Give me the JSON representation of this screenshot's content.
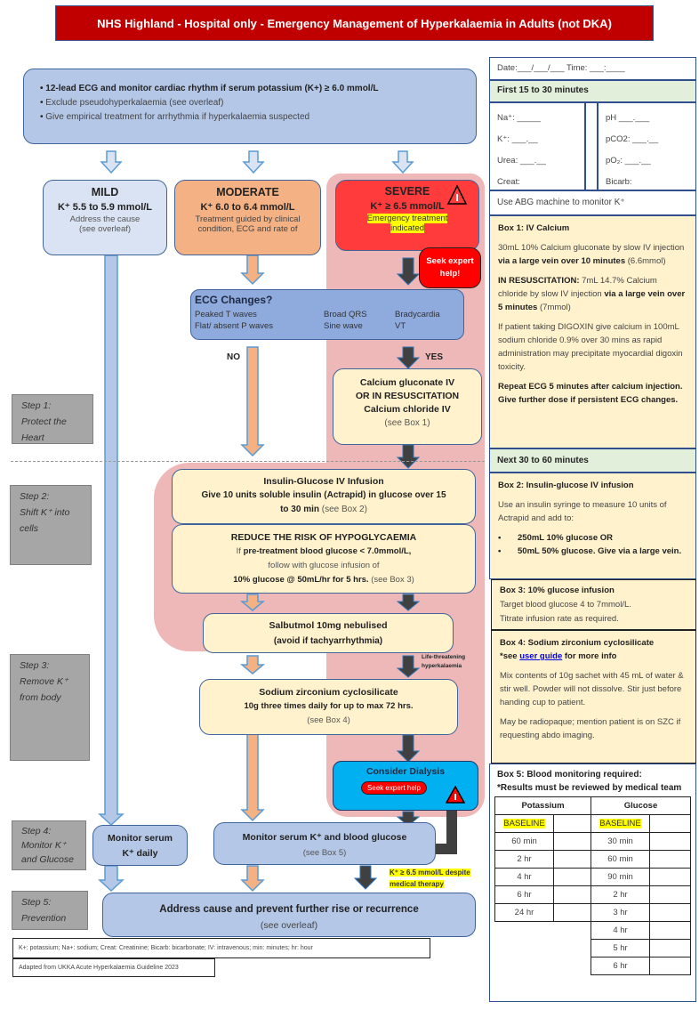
{
  "title": "NHS Highland - Hospital only - Emergency Management of Hyperkalaemia in Adults (not DKA)",
  "intro": {
    "items": [
      "12-lead ECG and monitor cardiac rhythm if serum potassium (K+) ≥ 6.0 mmol/L",
      "Exclude pseudohyperkalaemia (see overleaf)",
      "Give empirical treatment for arrhythmia if hyperkalaemia suspected"
    ]
  },
  "severity": {
    "mild": {
      "title": "MILD",
      "range": "K⁺ 5.5 to 5.9 mmol/L",
      "line1": "Address the cause",
      "line2": "(see overleaf)"
    },
    "moderate": {
      "title": "MODERATE",
      "range": "K⁺ 6.0 to 6.4 mmol/L",
      "line1": "Treatment guided by clinical",
      "line2": "condition, ECG and rate of"
    },
    "severe": {
      "title": "SEVERE",
      "range": "K⁺ ≥ 6.5 mmol/L",
      "line1": "Emergency treatment",
      "line2": "indicated"
    }
  },
  "seek_help": "Seek expert help!",
  "ecg": {
    "title": "ECG Changes?",
    "col1": [
      "Peaked T waves",
      "Flat/ absent P waves"
    ],
    "col2": [
      "Broad QRS",
      "Sine wave"
    ],
    "col3": [
      "Bradycardia",
      "VT"
    ],
    "no_label": "NO",
    "yes_label": "YES"
  },
  "calcium": {
    "line1": "Calcium gluconate IV",
    "line2": "OR IN RESUSCITATION",
    "line3": "Calcium chloride IV",
    "line4": "(see Box 1)"
  },
  "steps": [
    {
      "label": "Step 1:",
      "text1": "Protect the",
      "text2": "Heart"
    },
    {
      "label": "Step 2:",
      "text1": "Shift K⁺ into",
      "text2": "cells"
    },
    {
      "label": "Step 3:",
      "text1": "Remove K⁺",
      "text2": "from body"
    },
    {
      "label": "Step 4:",
      "text1": "Monitor K⁺",
      "text2": "and Glucose"
    },
    {
      "label": "Step 5:",
      "text1": "Prevention",
      "text2": ""
    }
  ],
  "insulin": {
    "title": "Insulin-Glucose IV Infusion",
    "line1": "Give 10 units soluble insulin (Actrapid) in glucose over 15",
    "line2_bold": "to 30 min",
    "line2_ref": "(see Box 2)"
  },
  "hypo": {
    "title": "REDUCE THE RISK OF HYPOGLYCAEMIA",
    "line1_pre": "If",
    "line1_bold": "pre-treatment blood glucose < 7.0mmol/L,",
    "line2": "follow with glucose infusion of",
    "line3_bold": "10% glucose @ 50mL/hr for 5 hrs.",
    "line3_ref": "(see Box 3)"
  },
  "salbutamol": {
    "line1": "Salbutmol 10mg nebulised",
    "line2": "(avoid if tachyarrhythmia)"
  },
  "life_threat": {
    "line1": "Life-threatening",
    "line2": "hyperkalaemia"
  },
  "szc": {
    "line1": "Sodium zirconium cyclosilicate",
    "line2": "10g three times daily for up to max 72 hrs.",
    "line3": "(see Box 4)"
  },
  "dialysis": {
    "title": "Consider Dialysis",
    "help": "Seek expert help"
  },
  "monitor_daily": {
    "line1": "Monitor serum",
    "line2": "K⁺ daily"
  },
  "monitor_glucose": {
    "line1": "Monitor serum K⁺ and blood glucose",
    "line2": "(see Box 5)"
  },
  "despite": {
    "line1": "K⁺ ≥ 6.5 mmol/L despite",
    "line2": "medical therapy"
  },
  "prevention": {
    "line1": "Address cause and prevent further rise or recurrence",
    "line2": "(see overleaf)"
  },
  "footnotes": {
    "abbrev": "K+: potassium; Na+: sodium; Creat: Creatinine; Bicarb: bicarbonate; IV: intravenous; min: minutes; hr: hour",
    "source": "Adapted from UKKA Acute Hyperkalaemia Guideline 2023"
  },
  "side": {
    "date_time": "Date:___/___/___ Time: ___:____",
    "first_period": "First 15 to 30 minutes",
    "labs_left": [
      "Na⁺: _____",
      "K⁺: ___.__",
      "Urea: ___.__",
      "Creat:"
    ],
    "labs_right": [
      "pH  ___.___",
      "pCO2: ___.__",
      "pO₂: ___.__",
      "Bicarb:"
    ],
    "abg_note": "Use ABG machine to monitor K⁺",
    "box1": {
      "title": "Box 1: IV Calcium",
      "p1_a": "30mL 10% Calcium gluconate by slow IV injection",
      "p1_b": "via a large vein over 10 minutes",
      "p1_c": "(6.6mmol)",
      "p2_a": "IN RESUSCITATION:",
      "p2_b": "7mL 14.7% Calcium chloride by slow IV injection",
      "p2_c": "via a large vein over 5 minutes",
      "p2_d": "(7mmol)",
      "p3": "If patient taking DIGOXIN give calcium in 100mL sodium chloride 0.9% over 30 mins as rapid administration may precipitate myocardial digoxin toxicity.",
      "p4": "Repeat ECG 5 minutes after calcium injection. Give further dose if persistent ECG changes."
    },
    "second_period": "Next 30 to 60 minutes",
    "box2": {
      "title": "Box 2: Insulin-glucose IV infusion",
      "intro": "Use an insulin syringe to measure 10 units of Actrapid and add to:",
      "bullets": [
        "250mL 10% glucose OR",
        "50mL 50% glucose. Give via a large vein."
      ]
    },
    "box3": {
      "title": "Box 3: 10% glucose  infusion",
      "line1": "Target blood glucose  4 to 7mmol/L.",
      "line2": "Titrate infusion  rate as required."
    },
    "box4": {
      "title": "Box 4: Sodium zirconium cyclosilicate",
      "see_pre": "*see",
      "link": "user guide",
      "see_post": "for more info",
      "p1": "Mix contents of 10g sachet with 45 mL of water & stir well. Powder will not dissolve. Stir just before handing cup to patient.",
      "p2": "May be radiopaque; mention patient is on SZC if requesting abdo imaging."
    },
    "box5": {
      "title": "Box 5: Blood monitoring required:",
      "subtitle": "*Results must be reviewed by medical team",
      "potassium_header": "Potassium",
      "glucose_header": "Glucose",
      "potassium_times": [
        "BASELINE",
        "60 min",
        "2 hr",
        "4 hr",
        "6 hr",
        "24 hr"
      ],
      "glucose_times": [
        "BASELINE",
        "30 min",
        "60 min",
        "90 min",
        "2 hr",
        "3 hr",
        "4 hr",
        "5 hr",
        "6 hr"
      ]
    }
  }
}
